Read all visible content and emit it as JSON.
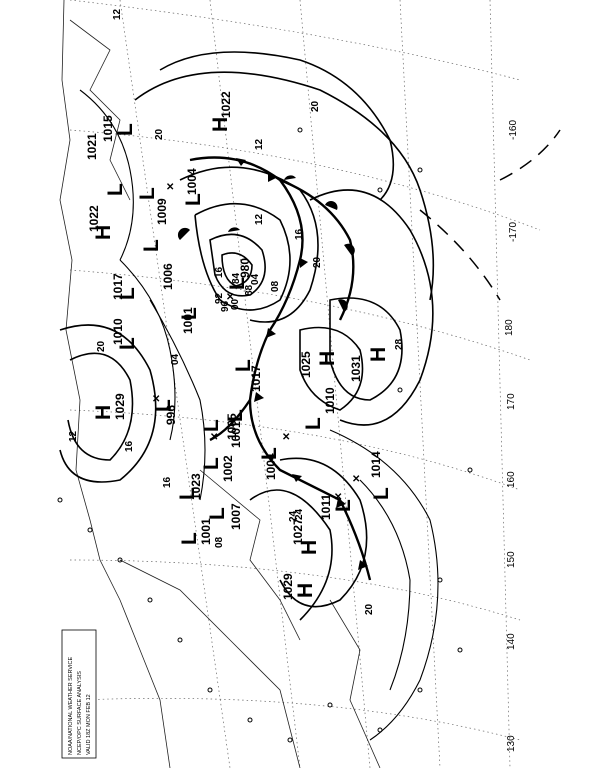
{
  "map": {
    "legend_lines": [
      "NOAA/NATIONAL WEATHER SERVICE",
      "NCEP/OPC SURFACE ANALYSIS",
      "VALID 18Z MON FEB 12"
    ],
    "longitude_labels": [
      "-160",
      "-170",
      "180",
      "170",
      "160",
      "150",
      "140",
      "130"
    ],
    "pressure_centers": [
      {
        "type": "H",
        "value": "1022"
      },
      {
        "type": "L",
        "value": "980"
      },
      {
        "type": "H",
        "value": "1031"
      },
      {
        "type": "H",
        "value": "1025"
      },
      {
        "type": "L",
        "value": "1010"
      },
      {
        "type": "L",
        "value": "1014"
      },
      {
        "type": "H",
        "value": "1029"
      },
      {
        "type": "L",
        "value": "1004"
      },
      {
        "type": "L",
        "value": "1006"
      },
      {
        "type": "L",
        "value": "1001"
      },
      {
        "type": "L",
        "value": "996"
      },
      {
        "type": "L",
        "value": "1009"
      },
      {
        "type": "L",
        "value": "1005"
      },
      {
        "type": "L",
        "value": "1001"
      },
      {
        "type": "L",
        "value": "1017"
      },
      {
        "type": "L",
        "value": "1004"
      },
      {
        "type": "L",
        "value": "1002"
      },
      {
        "type": "L",
        "value": "1023"
      },
      {
        "type": "L",
        "value": "1001"
      },
      {
        "type": "L",
        "value": "1007"
      },
      {
        "type": "L",
        "value": "1011"
      },
      {
        "type": "H",
        "value": "1027"
      },
      {
        "type": "H",
        "value": "1029"
      },
      {
        "type": "L",
        "value": "1010"
      },
      {
        "type": "L",
        "value": "1017"
      },
      {
        "type": "H",
        "value": "1022"
      },
      {
        "type": "L",
        "value": "1015"
      },
      {
        "type": "L",
        "value": "1021"
      }
    ],
    "isobar_labels": [
      "20",
      "20",
      "16",
      "12",
      "08",
      "04",
      "00",
      "96",
      "92",
      "84",
      "88",
      "12",
      "16",
      "20",
      "24",
      "28",
      "12",
      "16",
      "20",
      "24",
      "08",
      "04",
      "20",
      "16",
      "12"
    ],
    "colors": {
      "ink": "#000000",
      "grid": "#666666",
      "background": "#ffffff"
    }
  }
}
